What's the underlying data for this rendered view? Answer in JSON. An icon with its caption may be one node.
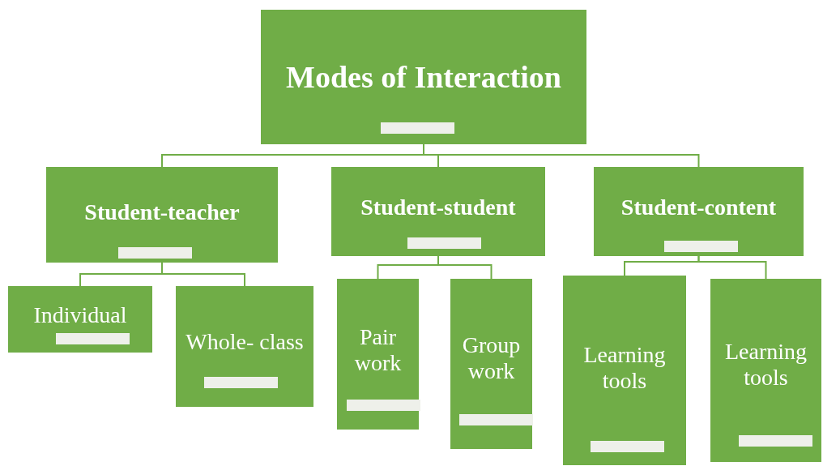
{
  "diagram": {
    "nodes": [
      {
        "text": [
          "Modes of Interaction"
        ]
      },
      {
        "text": [
          "Student-teacher"
        ]
      },
      {
        "text": [
          "Student-student"
        ]
      },
      {
        "text": [
          "Student-content"
        ]
      },
      {
        "text": [
          "Individual"
        ]
      },
      {
        "text": [
          "Whole- class"
        ]
      },
      {
        "text": [
          "Pair work"
        ]
      },
      {
        "text": [
          "Group work"
        ]
      },
      {
        "text": [
          "Learning tools"
        ]
      },
      {
        "text": [
          "Learning tools"
        ]
      }
    ],
    "edges": [
      {
        "from": 0,
        "to": 1,
        "arrow": "none"
      },
      {
        "from": 0,
        "to": 2,
        "arrow": "none"
      },
      {
        "from": 0,
        "to": 3,
        "arrow": "none"
      },
      {
        "from": 1,
        "to": 4,
        "arrow": "none"
      },
      {
        "from": 1,
        "to": 5,
        "arrow": "none"
      },
      {
        "from": 2,
        "to": 6,
        "arrow": "none"
      },
      {
        "from": 2,
        "to": 7,
        "arrow": "none"
      },
      {
        "from": 3,
        "to": 8,
        "arrow": "none"
      },
      {
        "from": 3,
        "to": 9,
        "arrow": "none"
      }
    ]
  }
}
